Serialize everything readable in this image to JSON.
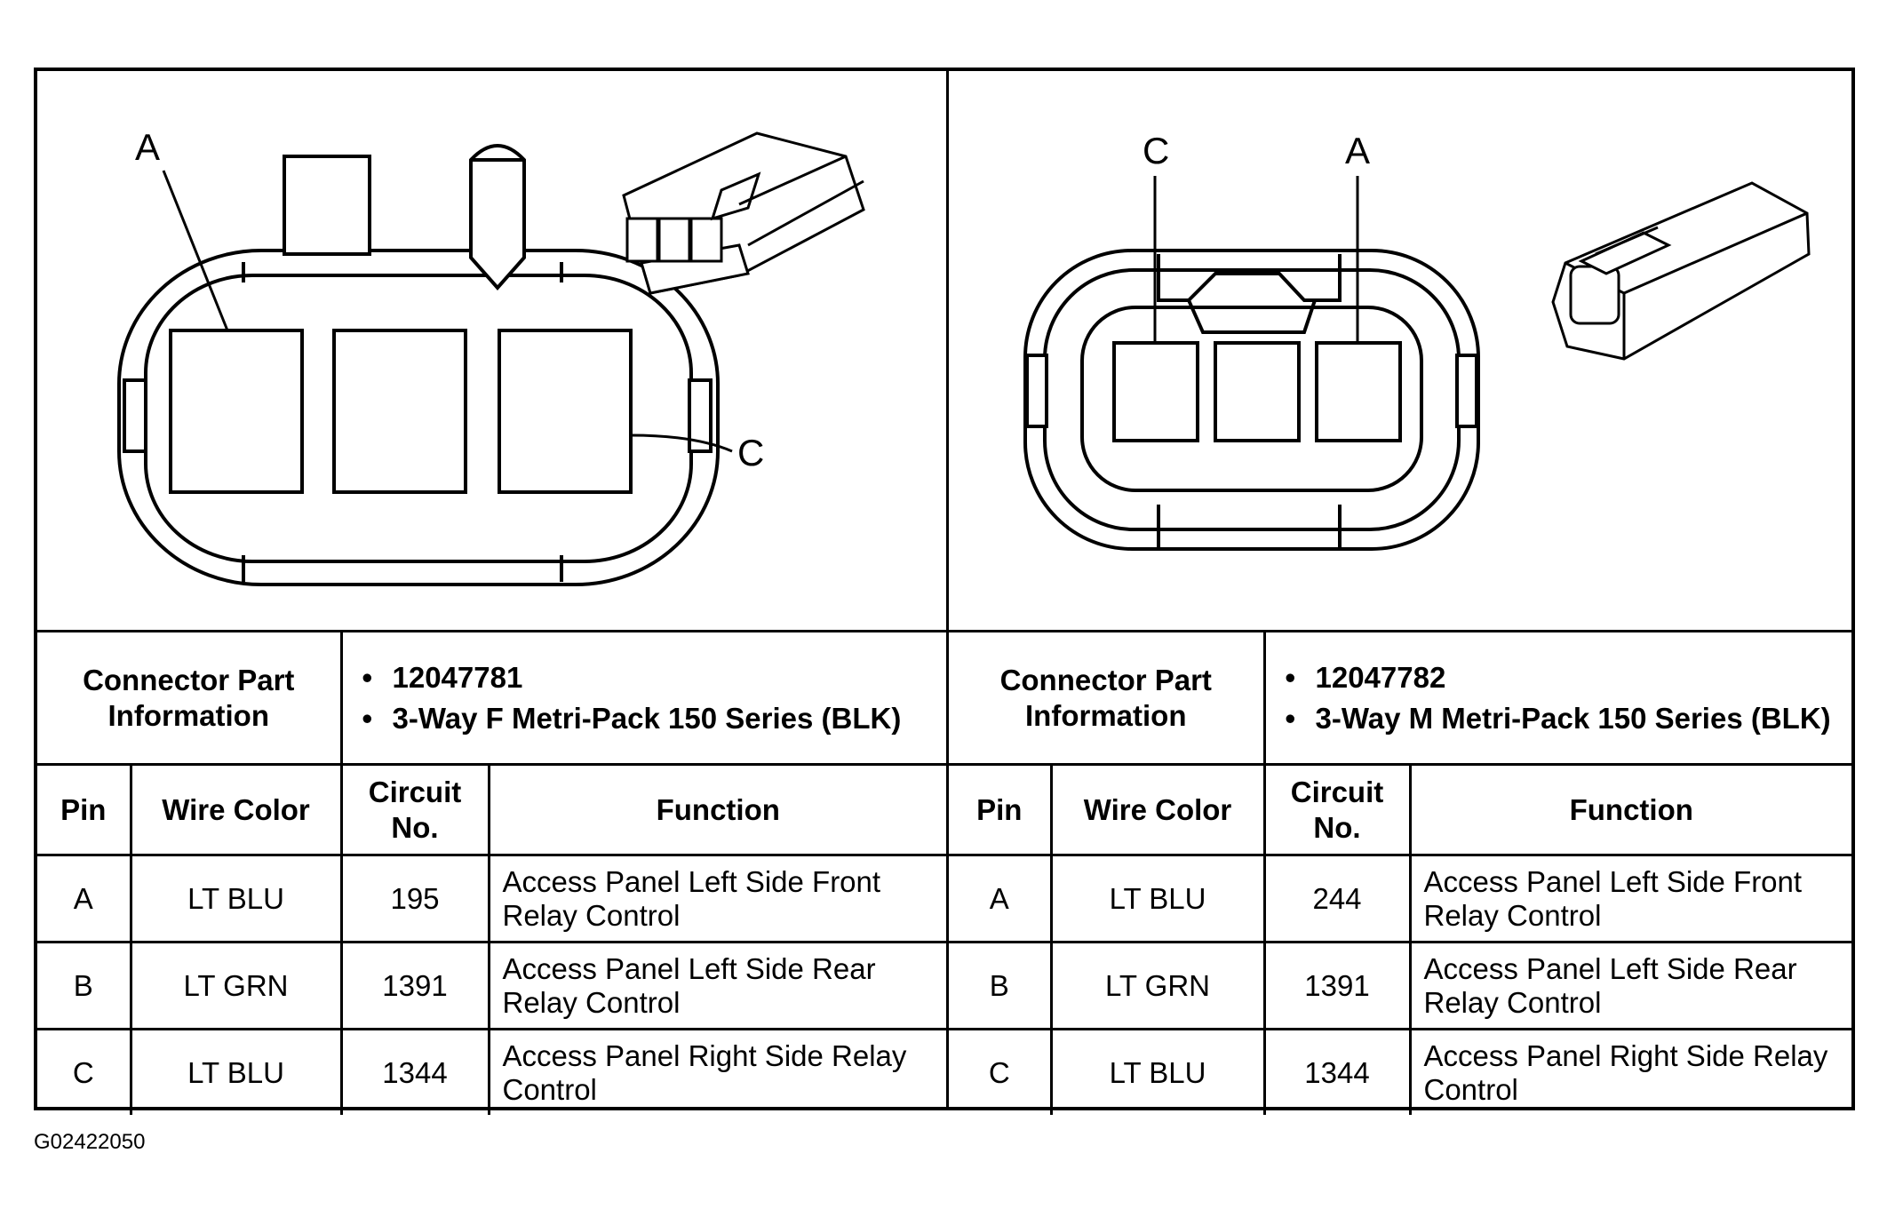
{
  "left_connector": {
    "callouts": {
      "a": "A",
      "c": "C"
    },
    "info_label": "Connector Part Information",
    "info_items": [
      "12047781",
      "3-Way F Metri-Pack 150 Series (BLK)"
    ],
    "headers": {
      "pin": "Pin",
      "wire_color": "Wire Color",
      "circuit": "Circuit No.",
      "function": "Function"
    },
    "rows": [
      {
        "pin": "A",
        "wire_color": "LT BLU",
        "circuit": "195",
        "function": "Access Panel Left Side Front Relay Control"
      },
      {
        "pin": "B",
        "wire_color": "LT GRN",
        "circuit": "1391",
        "function": "Access Panel Left Side Rear Relay Control"
      },
      {
        "pin": "C",
        "wire_color": "LT BLU",
        "circuit": "1344",
        "function": "Access Panel Right Side Relay Control"
      }
    ]
  },
  "right_connector": {
    "callouts": {
      "a": "A",
      "c": "C"
    },
    "info_label": "Connector Part Information",
    "info_items": [
      "12047782",
      "3-Way M Metri-Pack 150 Series (BLK)"
    ],
    "headers": {
      "pin": "Pin",
      "wire_color": "Wire Color",
      "circuit": "Circuit No.",
      "function": "Function"
    },
    "rows": [
      {
        "pin": "A",
        "wire_color": "LT BLU",
        "circuit": "244",
        "function": "Access Panel Left Side Front Relay Control"
      },
      {
        "pin": "B",
        "wire_color": "LT GRN",
        "circuit": "1391",
        "function": "Access Panel Left Side Rear Relay Control"
      },
      {
        "pin": "C",
        "wire_color": "LT BLU",
        "circuit": "1344",
        "function": "Access Panel Right Side Relay Control"
      }
    ]
  },
  "figure_id": "G02422050",
  "colors": {
    "ink": "#000000",
    "paper": "#ffffff"
  }
}
